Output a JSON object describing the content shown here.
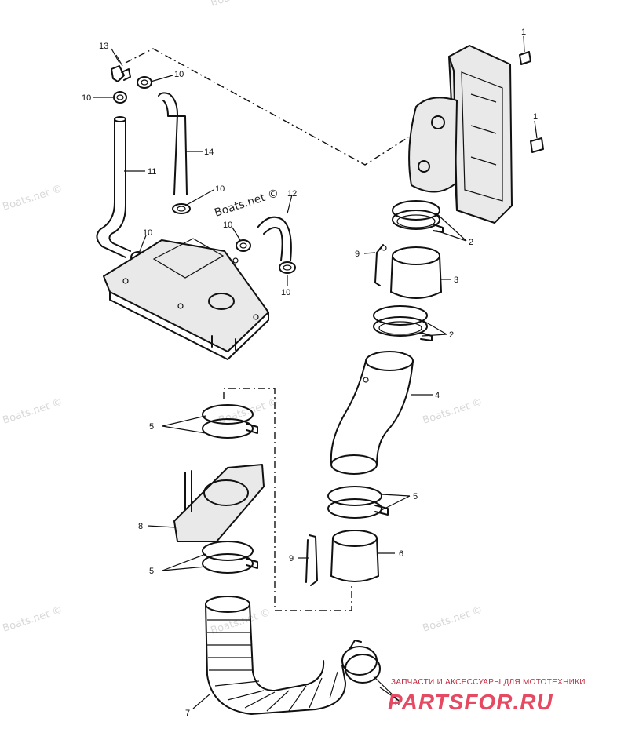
{
  "labels": {
    "p1a": "1",
    "p1b": "1",
    "p2a": "2",
    "p2b": "2",
    "p3": "3",
    "p4": "4",
    "p5a": "5",
    "p5b": "5",
    "p5c": "5",
    "p5d": "5",
    "p6": "6",
    "p7": "7",
    "p8": "8",
    "p9a": "9",
    "p9b": "9",
    "p10a": "10",
    "p10b": "10",
    "p10c": "10",
    "p10d": "10",
    "p10e": "10",
    "p10f": "10",
    "p11": "11",
    "p12": "12",
    "p13": "13",
    "p14": "14"
  },
  "watermarks": {
    "wm1": "Boats.net ©",
    "wm2": "Boats.net ©",
    "wm3": "Boats.net ©",
    "wm4": "Boats.net ©",
    "wm5": "Boats.net ©",
    "wm6": "Boats.net ©",
    "wm7": "Boats.net ©",
    "wm8": "Boats.net ©",
    "wm9": "Boats.net ©"
  },
  "brand": {
    "tagline": "ЗАПЧАСТИ И АКСЕССУАРЫ ДЛЯ МОТОТЕХНИКИ",
    "logo": "PARTSFOR.RU"
  },
  "colors": {
    "line": "#111111",
    "brand": "#e64a63",
    "brand_dark": "#c0283d",
    "watermark": "#d8d8d8"
  }
}
